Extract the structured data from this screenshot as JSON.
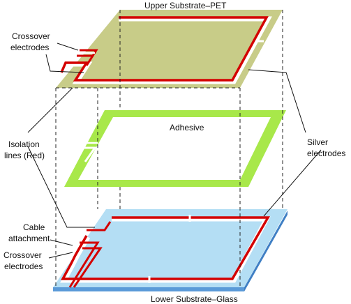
{
  "title_top": "Upper Substrate–PET",
  "title_bottom": "Lower Substrate–Glass",
  "labels": {
    "adhesive": "Adhesive",
    "crossover_top_1": "Crossover",
    "crossover_top_2": "electrodes",
    "isolation_1": "Isolation",
    "isolation_2": "lines (Red)",
    "silver_1": "Silver",
    "silver_2": "electrodes",
    "cable_1": "Cable",
    "cable_2": "attachment",
    "crossover_bottom_1": "Crossover",
    "crossover_bottom_2": "electrodes"
  },
  "colors": {
    "pet": "#c8cc88",
    "adhesive": "#a8e84a",
    "glass": "#b4def4",
    "glass_edge": "#5a9ad8",
    "isolation": "#d40000",
    "silver": "#ffffff"
  }
}
